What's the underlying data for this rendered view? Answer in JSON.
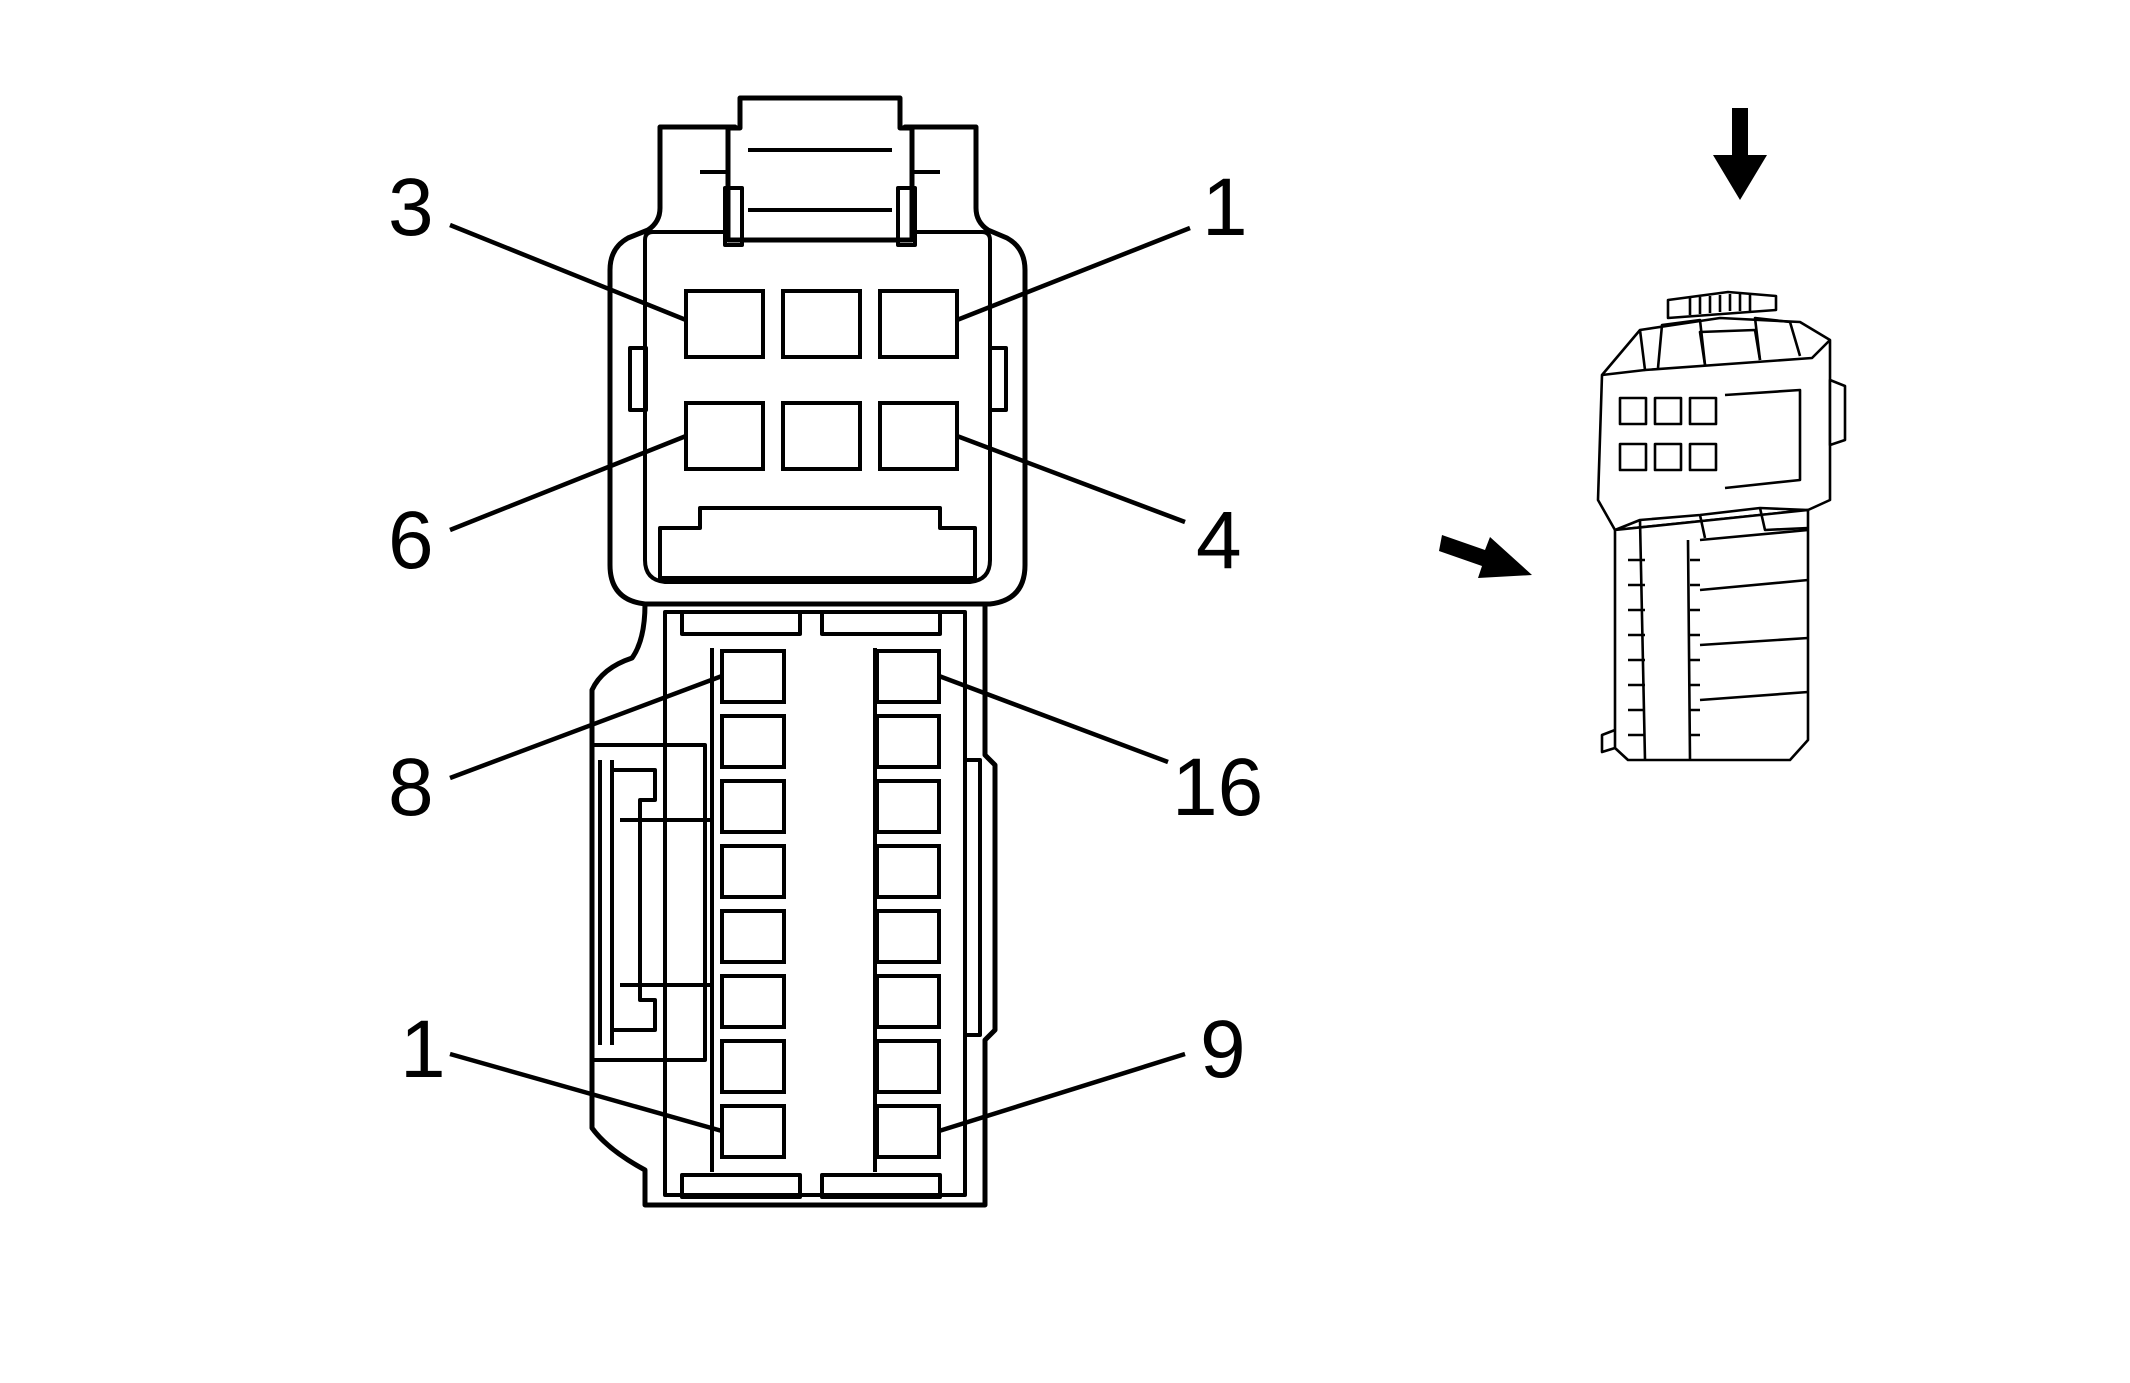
{
  "upper_block": {
    "labels": {
      "top_left": "3",
      "top_right": "1",
      "bottom_left": "6",
      "bottom_right": "4"
    }
  },
  "lower_block": {
    "labels": {
      "top_left": "8",
      "top_right": "16",
      "bottom_left": "1",
      "bottom_right": "9"
    }
  }
}
